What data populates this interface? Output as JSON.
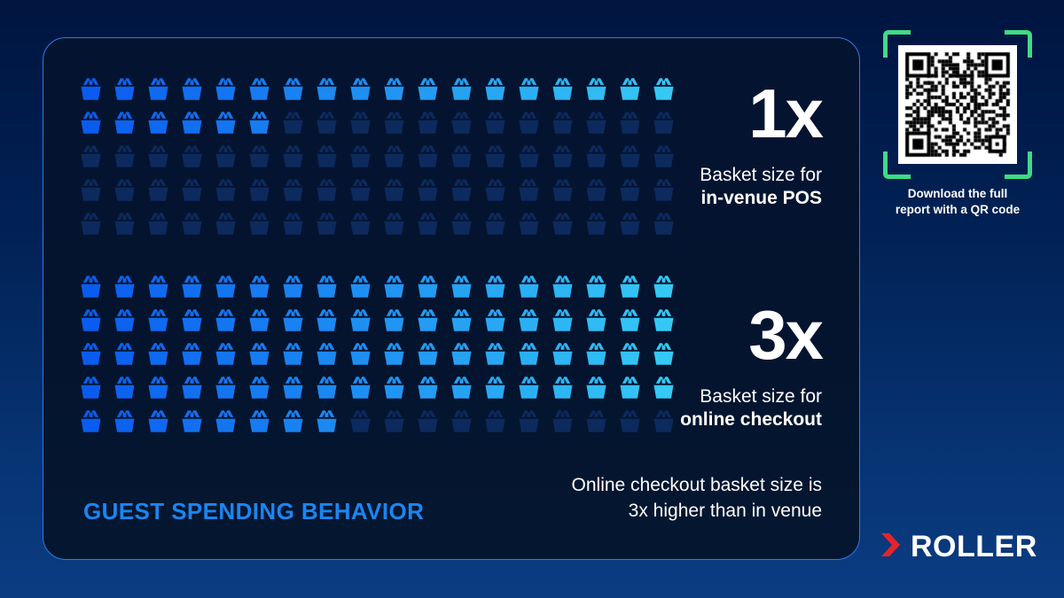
{
  "card": {
    "border_color": "#2f7ae8",
    "background_color": "#041430"
  },
  "theme": {
    "page_gradient_top": "#001540",
    "page_gradient_bottom": "#0b3c82",
    "basket_active_start": "#0a5cf0",
    "basket_active_end": "#35c8f5",
    "basket_inactive": "#0d2a5e",
    "accent_blue": "#1a86f0",
    "qr_bracket_green": "#3ddc84",
    "logo_red": "#e8242a",
    "text_white": "#ffffff"
  },
  "stats": [
    {
      "id": "in-venue-pos",
      "value": "1x",
      "label_line1": "Basket size for",
      "label_line2": "in-venue POS"
    },
    {
      "id": "online-checkout",
      "value": "3x",
      "label_line1": "Basket size for",
      "label_line2": "online checkout"
    }
  ],
  "footer": {
    "title": "GUEST SPENDING BEHAVIOR",
    "note_line1": "Online checkout basket size is",
    "note_line2": "3x higher than in venue"
  },
  "qr": {
    "caption_line1": "Download the full",
    "caption_line2": "report with a QR code",
    "icon": "qr-code-icon"
  },
  "logo": {
    "mark": "roller-chevron-icon",
    "text": "ROLLER"
  },
  "chart_data": {
    "type": "bar",
    "title": "GUEST SPENDING BEHAVIOR",
    "subtitle": "Online checkout basket size is 3x higher than in venue",
    "unit": "shopping basket icon = 1 unit of basket size",
    "categories": [
      "in-venue POS",
      "online checkout"
    ],
    "values": [
      24,
      80
    ],
    "value_labels": [
      "1x",
      "3x"
    ],
    "series": [
      {
        "name": "Basket size (pictogram units)",
        "values": [
          24,
          80
        ]
      }
    ],
    "pictogram": {
      "columns": 18,
      "rows_per_group": 5,
      "total_per_group": 90,
      "groups": [
        {
          "id": "in-venue-pos",
          "label": "Basket size for in-venue POS",
          "multiplier": "1x",
          "filled": 24,
          "total": 90,
          "rows_filled": [
            18,
            6,
            0,
            0,
            0
          ]
        },
        {
          "id": "online-checkout",
          "label": "Basket size for online checkout",
          "multiplier": "3x",
          "filled": 80,
          "total": 90,
          "rows_filled": [
            18,
            18,
            18,
            18,
            8
          ]
        }
      ]
    },
    "xlabel": "",
    "ylabel": "",
    "legend": "",
    "grid": false
  }
}
